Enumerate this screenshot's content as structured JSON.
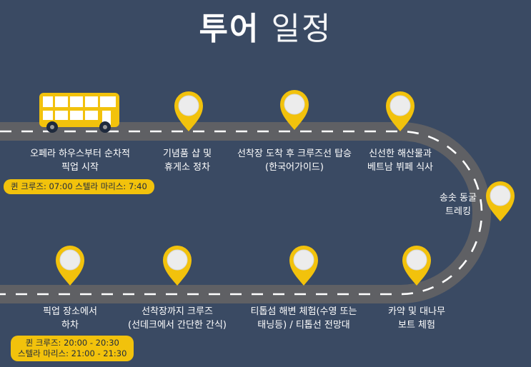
{
  "title": {
    "bold": "투어",
    "light": "일정"
  },
  "stops_top": [
    {
      "lines": [
        "오페라 하우스부터 순차적",
        "픽업 시작"
      ]
    },
    {
      "lines": [
        "기념품 샵 및",
        "휴게소 정차"
      ]
    },
    {
      "lines": [
        "선착장 도착 후 크루즈선 탑승",
        "(한국어가이드)"
      ]
    },
    {
      "lines": [
        "신선한 해산물과",
        "베트남 뷔페 식사"
      ]
    }
  ],
  "stop_right": {
    "lines": [
      "송솟 동굴",
      "트레킹"
    ]
  },
  "stops_bottom": [
    {
      "lines": [
        "픽업 장소에서",
        "하차"
      ]
    },
    {
      "lines": [
        "선착장까지 크루즈",
        "(선데크에서 간단한 간식)"
      ]
    },
    {
      "lines": [
        "티톱섬 해변 체험(수영 또는",
        "태닝등) / 티톱선 전망대"
      ]
    },
    {
      "lines": [
        "카약 및 대나무",
        "보트 체험"
      ]
    }
  ],
  "badge_pickup": {
    "text": "퀸 크루즈: 07:00 스텔라 마리스: 7:40"
  },
  "badge_dropoff": {
    "line1": "퀸 크루즈: 20:00 - 20:30",
    "line2": "스텔라 마리스: 21:00 - 21:30"
  },
  "colors": {
    "background": "#3a4a63",
    "road": "#5f6064",
    "road_dash": "#ffffff",
    "pin": "#f2c20c",
    "bus": "#f2c20c"
  },
  "icons": {
    "pin": "location-pin-icon",
    "bus": "double-decker-bus-icon"
  }
}
